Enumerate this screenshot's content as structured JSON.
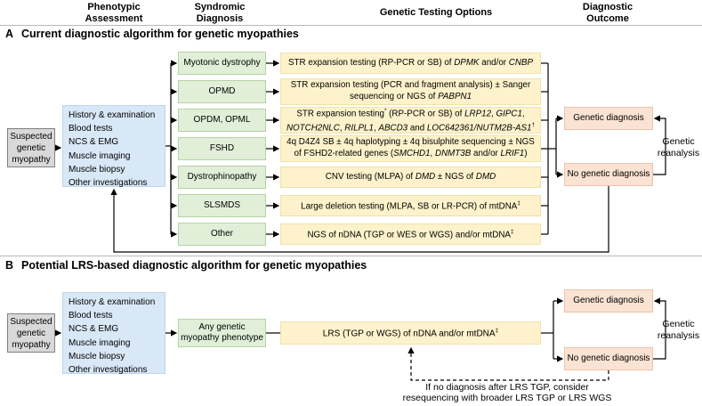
{
  "header": {
    "phenotypic": "Phenotypic Assessment",
    "syndromic": "Syndromic Diagnosis",
    "testing": "Genetic Testing Options",
    "outcome": "Diagnostic Outcome"
  },
  "palette": {
    "assessment_blue": "#d9e8f7",
    "syndrome_green": "#e1efd8",
    "testing_yellow": "#fdf2cb",
    "outcome_pink": "#fae3d3",
    "start_gray": "#d9d9d9"
  },
  "section_a": {
    "label": "A",
    "title": "Current diagnostic algorithm for genetic myopathies",
    "suspected": "Suspected genetic myopathy",
    "assessment": [
      "History & examination",
      "Blood tests",
      "NCS & EMG",
      "Muscle imaging",
      "Muscle biopsy",
      "Other investigations"
    ],
    "syndromes": [
      "Myotonic dystrophy",
      "OPMD",
      "OPDM, OPML",
      "FSHD",
      "Dystrophinopathy",
      "SLSMDS",
      "Other"
    ],
    "tests": [
      [
        {
          "t": "STR expansion testing (RP-PCR or SB) of "
        },
        {
          "t": "DPMK",
          "i": 1
        },
        {
          "t": " and/or "
        },
        {
          "t": "CNBP",
          "i": 1
        }
      ],
      [
        {
          "t": "STR expansion testing (PCR and fragment analysis) ± Sanger sequencing or NGS of "
        },
        {
          "t": "PABPN1",
          "i": 1
        }
      ],
      [
        {
          "t": "STR expansion testing"
        },
        {
          "t": "*",
          "sup": 1
        },
        {
          "t": " (RP-PCR or SB) of "
        },
        {
          "t": "LRP12",
          "i": 1
        },
        {
          "t": ", "
        },
        {
          "t": "GIPC1",
          "i": 1
        },
        {
          "t": ", "
        },
        {
          "t": "NOTCH2NLC",
          "i": 1
        },
        {
          "t": ", "
        },
        {
          "t": "RILPL1",
          "i": 1
        },
        {
          "t": ", "
        },
        {
          "t": "ABCD3",
          "i": 1
        },
        {
          "t": " and "
        },
        {
          "t": "LOC642361/NUTM2B-AS1",
          "i": 1
        },
        {
          "t": "†",
          "sup": 1
        }
      ],
      [
        {
          "t": "4q D4Z4 SB ± 4q haplotyping ± 4q bisulphite sequencing ± NGS of FSHD2-related genes ("
        },
        {
          "t": "SMCHD1",
          "i": 1
        },
        {
          "t": ", "
        },
        {
          "t": "DNMT3B",
          "i": 1
        },
        {
          "t": " and/or "
        },
        {
          "t": "LRIF1",
          "i": 1
        },
        {
          "t": ")"
        }
      ],
      [
        {
          "t": "CNV testing (MLPA) of "
        },
        {
          "t": "DMD",
          "i": 1
        },
        {
          "t": " ± NGS of "
        },
        {
          "t": "DMD",
          "i": 1
        }
      ],
      [
        {
          "t": "Large deletion testing (MLPA, SB or LR-PCR) of mtDNA"
        },
        {
          "t": "‡",
          "sup": 1
        }
      ],
      [
        {
          "t": "NGS of nDNA (TGP or WES or WGS) and/or mtDNA"
        },
        {
          "t": "‡",
          "sup": 1
        }
      ]
    ],
    "outcome_positive": "Genetic diagnosis",
    "outcome_negative": "No genetic diagnosis",
    "reanalysis": "Genetic reanalysis"
  },
  "section_b": {
    "label": "B",
    "title": "Potential LRS-based diagnostic algorithm for genetic myopathies",
    "suspected": "Suspected genetic myopathy",
    "assessment": [
      "History & examination",
      "Blood tests",
      "NCS & EMG",
      "Muscle imaging",
      "Muscle biopsy",
      "Other investigations"
    ],
    "phenotype": "Any genetic myopathy phenotype",
    "test": [
      {
        "t": "LRS (TGP or WGS) of nDNA and/or mtDNA"
      },
      {
        "t": "‡",
        "sup": 1
      }
    ],
    "outcome_positive": "Genetic diagnosis",
    "outcome_negative": "No genetic diagnosis",
    "reanalysis": "Genetic reanalysis",
    "note_line1": "If no diagnosis after LRS TGP, consider",
    "note_line2": "resequencing with broader LRS TGP or LRS WGS"
  }
}
